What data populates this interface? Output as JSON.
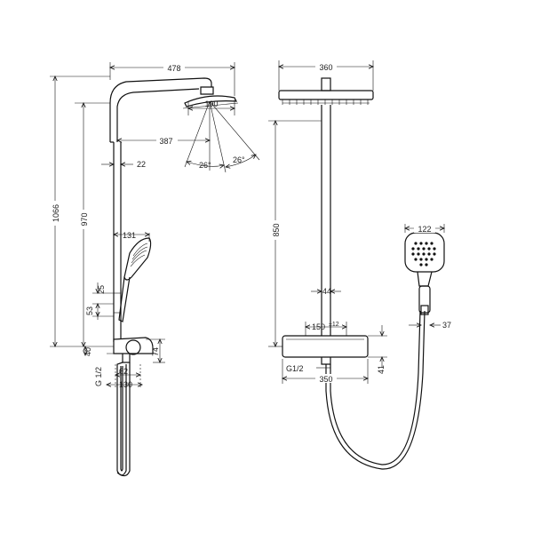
{
  "side_view": {
    "dims": {
      "d478": "478",
      "d190": "190",
      "d387": "387",
      "d22": "22",
      "a26_left": "26°",
      "a26_right": "26°",
      "d1066": "1066",
      "d970": "970",
      "d131": "131",
      "d25": "25",
      "d53": "53",
      "d40": "40",
      "d74": "74",
      "g12": "G 1/2",
      "d62": "62",
      "d130": "130"
    }
  },
  "front_view": {
    "dims": {
      "d360": "360",
      "d850": "850",
      "d44": "44",
      "d150": "150",
      "d150_tol": "±12",
      "g12": "G1/2",
      "d350": "350",
      "d41": "41",
      "d122": "122",
      "d37": "37"
    }
  }
}
